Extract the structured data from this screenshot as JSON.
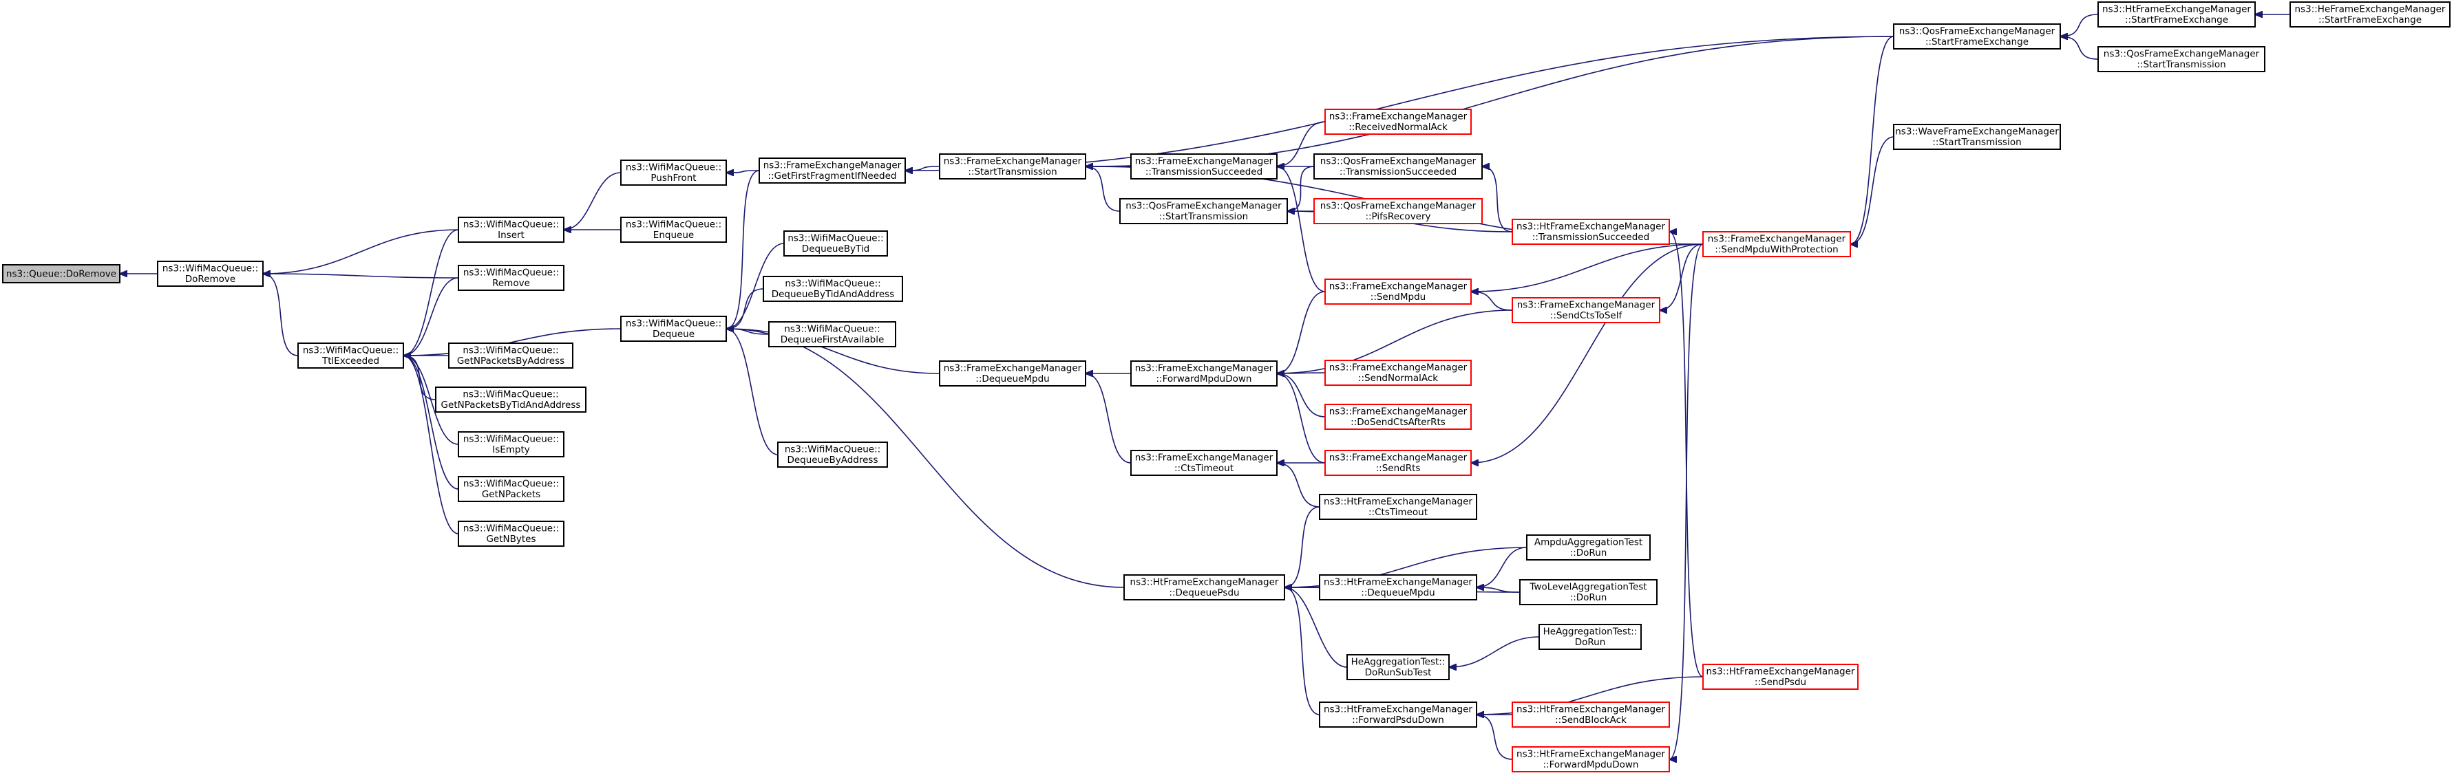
{
  "colors": {
    "edge": "#191970",
    "node_border_black": "#000000",
    "node_border_red": "#ff0000",
    "root_fill": "#bfbfbf",
    "node_fill": "#ffffff"
  },
  "nodes": [
    {
      "id": "doremove_queue",
      "lines": [
        "ns3::Queue::DoRemove"
      ],
      "border": "black",
      "root": true
    },
    {
      "id": "doremove_wmq",
      "lines": [
        "ns3::WifiMacQueue::",
        "DoRemove"
      ],
      "border": "black"
    },
    {
      "id": "ttlexceeded",
      "lines": [
        "ns3::WifiMacQueue::",
        "TtlExceeded"
      ],
      "border": "black"
    },
    {
      "id": "insert",
      "lines": [
        "ns3::WifiMacQueue::",
        "Insert"
      ],
      "border": "black"
    },
    {
      "id": "remove",
      "lines": [
        "ns3::WifiMacQueue::",
        "Remove"
      ],
      "border": "black"
    },
    {
      "id": "getnpbyaddr",
      "lines": [
        "ns3::WifiMacQueue::",
        "GetNPacketsByAddress"
      ],
      "border": "black"
    },
    {
      "id": "getnpbytid",
      "lines": [
        "ns3::WifiMacQueue::",
        "GetNPacketsByTidAndAddress"
      ],
      "border": "black"
    },
    {
      "id": "isempty",
      "lines": [
        "ns3::WifiMacQueue::",
        "IsEmpty"
      ],
      "border": "black"
    },
    {
      "id": "getnpackets",
      "lines": [
        "ns3::WifiMacQueue::",
        "GetNPackets"
      ],
      "border": "black"
    },
    {
      "id": "getnbytes",
      "lines": [
        "ns3::WifiMacQueue::",
        "GetNBytes"
      ],
      "border": "black"
    },
    {
      "id": "pushfront",
      "lines": [
        "ns3::WifiMacQueue::",
        "PushFront"
      ],
      "border": "black"
    },
    {
      "id": "enqueue",
      "lines": [
        "ns3::WifiMacQueue::",
        "Enqueue"
      ],
      "border": "black"
    },
    {
      "id": "dequeue",
      "lines": [
        "ns3::WifiMacQueue::",
        "Dequeue"
      ],
      "border": "black"
    },
    {
      "id": "dequeuebytid",
      "lines": [
        "ns3::WifiMacQueue::",
        "DequeueByTid"
      ],
      "border": "black"
    },
    {
      "id": "dequeuebytidaddr",
      "lines": [
        "ns3::WifiMacQueue::",
        "DequeueByTidAndAddress"
      ],
      "border": "black"
    },
    {
      "id": "dequeuefirstavail",
      "lines": [
        "ns3::WifiMacQueue::",
        "DequeueFirstAvailable"
      ],
      "border": "black"
    },
    {
      "id": "dequeuebyaddr",
      "lines": [
        "ns3::WifiMacQueue::",
        "DequeueByAddress"
      ],
      "border": "black"
    },
    {
      "id": "getfirstfrag",
      "lines": [
        "ns3::FrameExchangeManager",
        "::GetFirstFragmentIfNeeded"
      ],
      "border": "black"
    },
    {
      "id": "fem_starttx",
      "lines": [
        "ns3::FrameExchangeManager",
        "::StartTransmission"
      ],
      "border": "black"
    },
    {
      "id": "fem_dequeuempdu",
      "lines": [
        "ns3::FrameExchangeManager",
        "::DequeueMpdu"
      ],
      "border": "black"
    },
    {
      "id": "fem_txsucc",
      "lines": [
        "ns3::FrameExchangeManager",
        "::TransmissionSucceeded"
      ],
      "border": "black"
    },
    {
      "id": "qos_starttx",
      "lines": [
        "ns3::QosFrameExchangeManager",
        "::StartTransmission"
      ],
      "border": "black"
    },
    {
      "id": "fem_forwardmpdu",
      "lines": [
        "ns3::FrameExchangeManager",
        "::ForwardMpduDown"
      ],
      "border": "black"
    },
    {
      "id": "fem_ctstimeout",
      "lines": [
        "ns3::FrameExchangeManager",
        "::CtsTimeout"
      ],
      "border": "black"
    },
    {
      "id": "ht_dequeuepsdu",
      "lines": [
        "ns3::HtFrameExchangeManager",
        "::DequeuePsdu"
      ],
      "border": "black"
    },
    {
      "id": "fem_recvnormalack",
      "lines": [
        "ns3::FrameExchangeManager",
        "::ReceivedNormalAck"
      ],
      "border": "red"
    },
    {
      "id": "qos_txsucc",
      "lines": [
        "ns3::QosFrameExchangeManager",
        "::TransmissionSucceeded"
      ],
      "border": "black"
    },
    {
      "id": "qos_pifs",
      "lines": [
        "ns3::QosFrameExchangeManager",
        "::PifsRecovery"
      ],
      "border": "red"
    },
    {
      "id": "fem_sendmpdu",
      "lines": [
        "ns3::FrameExchangeManager",
        "::SendMpdu"
      ],
      "border": "red"
    },
    {
      "id": "fem_sendnormalack",
      "lines": [
        "ns3::FrameExchangeManager",
        "::SendNormalAck"
      ],
      "border": "red"
    },
    {
      "id": "fem_dosendcts",
      "lines": [
        "ns3::FrameExchangeManager",
        "::DoSendCtsAfterRts"
      ],
      "border": "red"
    },
    {
      "id": "fem_sendrts",
      "lines": [
        "ns3::FrameExchangeManager",
        "::SendRts"
      ],
      "border": "red"
    },
    {
      "id": "ht_ctstimeout",
      "lines": [
        "ns3::HtFrameExchangeManager",
        "::CtsTimeout"
      ],
      "border": "black"
    },
    {
      "id": "ht_dequeuempdu",
      "lines": [
        "ns3::HtFrameExchangeManager",
        "::DequeueMpdu"
      ],
      "border": "black"
    },
    {
      "id": "he_dorunsubtest",
      "lines": [
        "HeAggregationTest::",
        "DoRunSubTest"
      ],
      "border": "black"
    },
    {
      "id": "ht_forwardpsdu",
      "lines": [
        "ns3::HtFrameExchangeManager",
        "::ForwardPsduDown"
      ],
      "border": "black"
    },
    {
      "id": "ht_txsucc",
      "lines": [
        "ns3::HtFrameExchangeManager",
        "::TransmissionSucceeded"
      ],
      "border": "red"
    },
    {
      "id": "fem_sendctstoself",
      "lines": [
        "ns3::FrameExchangeManager",
        "::SendCtsToSelf"
      ],
      "border": "red"
    },
    {
      "id": "ampdu_dorun",
      "lines": [
        "AmpduAggregationTest",
        "::DoRun"
      ],
      "border": "black"
    },
    {
      "id": "twolevel_dorun",
      "lines": [
        "TwoLevelAggregationTest",
        "::DoRun"
      ],
      "border": "black"
    },
    {
      "id": "he_dorun",
      "lines": [
        "HeAggregationTest::",
        "DoRun"
      ],
      "border": "black"
    },
    {
      "id": "ht_sendblockack",
      "lines": [
        "ns3::HtFrameExchangeManager",
        "::SendBlockAck"
      ],
      "border": "red"
    },
    {
      "id": "ht_forwardmpdu",
      "lines": [
        "ns3::HtFrameExchangeManager",
        "::ForwardMpduDown"
      ],
      "border": "red"
    },
    {
      "id": "qos_startfe",
      "lines": [
        "ns3::QosFrameExchangeManager",
        "::StartFrameExchange"
      ],
      "border": "black"
    },
    {
      "id": "wave_starttx",
      "lines": [
        "ns3::WaveFrameExchangeManager",
        "::StartTransmission"
      ],
      "border": "black"
    },
    {
      "id": "fem_sendmpduprot",
      "lines": [
        "ns3::FrameExchangeManager",
        "::SendMpduWithProtection"
      ],
      "border": "red"
    },
    {
      "id": "ht_sendpsdu",
      "lines": [
        "ns3::HtFrameExchangeManager",
        "::SendPsdu"
      ],
      "border": "red"
    },
    {
      "id": "ht_startfe",
      "lines": [
        "ns3::HtFrameExchangeManager",
        "::StartFrameExchange"
      ],
      "border": "black"
    },
    {
      "id": "qos_starttx2",
      "lines": [
        "ns3::QosFrameExchangeManager",
        "::StartTransmission"
      ],
      "border": "black"
    },
    {
      "id": "he_startfe",
      "lines": [
        "ns3::HeFrameExchangeManager",
        "::StartFrameExchange"
      ],
      "border": "black"
    }
  ],
  "edges": [
    [
      "doremove_wmq",
      "doremove_queue"
    ],
    [
      "ttlexceeded",
      "doremove_wmq"
    ],
    [
      "insert",
      "doremove_wmq"
    ],
    [
      "remove",
      "doremove_wmq"
    ],
    [
      "insert",
      "ttlexceeded"
    ],
    [
      "remove",
      "ttlexceeded"
    ],
    [
      "dequeue",
      "ttlexceeded"
    ],
    [
      "getnpbyaddr",
      "ttlexceeded"
    ],
    [
      "getnpbytid",
      "ttlexceeded"
    ],
    [
      "isempty",
      "ttlexceeded"
    ],
    [
      "getnpackets",
      "ttlexceeded"
    ],
    [
      "getnbytes",
      "ttlexceeded"
    ],
    [
      "pushfront",
      "insert"
    ],
    [
      "enqueue",
      "insert"
    ],
    [
      "getfirstfrag",
      "pushfront"
    ],
    [
      "getfirstfrag",
      "dequeue"
    ],
    [
      "dequeuebytid",
      "dequeue"
    ],
    [
      "dequeuebytidaddr",
      "dequeue"
    ],
    [
      "dequeuefirstavail",
      "dequeue"
    ],
    [
      "fem_dequeuempdu",
      "dequeue"
    ],
    [
      "dequeuebyaddr",
      "dequeue"
    ],
    [
      "ht_dequeuepsdu",
      "dequeue"
    ],
    [
      "fem_starttx",
      "getfirstfrag"
    ],
    [
      "qos_startfe",
      "getfirstfrag"
    ],
    [
      "fem_txsucc",
      "fem_starttx"
    ],
    [
      "qos_starttx",
      "fem_starttx"
    ],
    [
      "qos_startfe",
      "fem_starttx"
    ],
    [
      "fem_sendmpduprot",
      "fem_starttx"
    ],
    [
      "fem_forwardmpdu",
      "fem_dequeuempdu"
    ],
    [
      "fem_ctstimeout",
      "fem_dequeuempdu"
    ],
    [
      "fem_recvnormalack",
      "fem_txsucc"
    ],
    [
      "qos_txsucc",
      "fem_txsucc"
    ],
    [
      "fem_sendmpdu",
      "fem_txsucc"
    ],
    [
      "qos_txsucc",
      "qos_starttx"
    ],
    [
      "qos_pifs",
      "qos_starttx"
    ],
    [
      "ht_txsucc",
      "qos_starttx"
    ],
    [
      "ht_txsucc",
      "qos_txsucc"
    ],
    [
      "fem_sendmpdu",
      "fem_forwardmpdu"
    ],
    [
      "fem_sendctstoself",
      "fem_forwardmpdu"
    ],
    [
      "fem_sendnormalack",
      "fem_forwardmpdu"
    ],
    [
      "fem_dosendcts",
      "fem_forwardmpdu"
    ],
    [
      "fem_sendrts",
      "fem_forwardmpdu"
    ],
    [
      "fem_sendrts",
      "fem_ctstimeout"
    ],
    [
      "ht_ctstimeout",
      "fem_ctstimeout"
    ],
    [
      "ht_ctstimeout",
      "ht_dequeuepsdu"
    ],
    [
      "ampdu_dorun",
      "ht_dequeuepsdu"
    ],
    [
      "ht_dequeuempdu",
      "ht_dequeuepsdu"
    ],
    [
      "twolevel_dorun",
      "ht_dequeuepsdu"
    ],
    [
      "he_dorunsubtest",
      "ht_dequeuepsdu"
    ],
    [
      "ht_forwardpsdu",
      "ht_dequeuepsdu"
    ],
    [
      "ampdu_dorun",
      "ht_dequeuempdu"
    ],
    [
      "twolevel_dorun",
      "ht_dequeuempdu"
    ],
    [
      "he_dorun",
      "he_dorunsubtest"
    ],
    [
      "ht_sendpsdu",
      "ht_forwardpsdu"
    ],
    [
      "ht_sendblockack",
      "ht_forwardpsdu"
    ],
    [
      "ht_forwardmpdu",
      "ht_forwardpsdu"
    ],
    [
      "fem_sendmpduprot",
      "fem_sendmpdu"
    ],
    [
      "fem_sendctstoself",
      "fem_sendmpdu"
    ],
    [
      "fem_sendmpduprot",
      "fem_sendctstoself"
    ],
    [
      "fem_sendmpduprot",
      "fem_sendrts"
    ],
    [
      "fem_sendmpduprot",
      "ht_forwardmpdu"
    ],
    [
      "ht_sendpsdu",
      "ht_txsucc"
    ],
    [
      "ht_startfe",
      "qos_startfe"
    ],
    [
      "qos_starttx2",
      "qos_startfe"
    ],
    [
      "he_startfe",
      "ht_startfe"
    ],
    [
      "qos_startfe",
      "fem_sendmpduprot"
    ],
    [
      "wave_starttx",
      "fem_sendmpduprot"
    ]
  ]
}
